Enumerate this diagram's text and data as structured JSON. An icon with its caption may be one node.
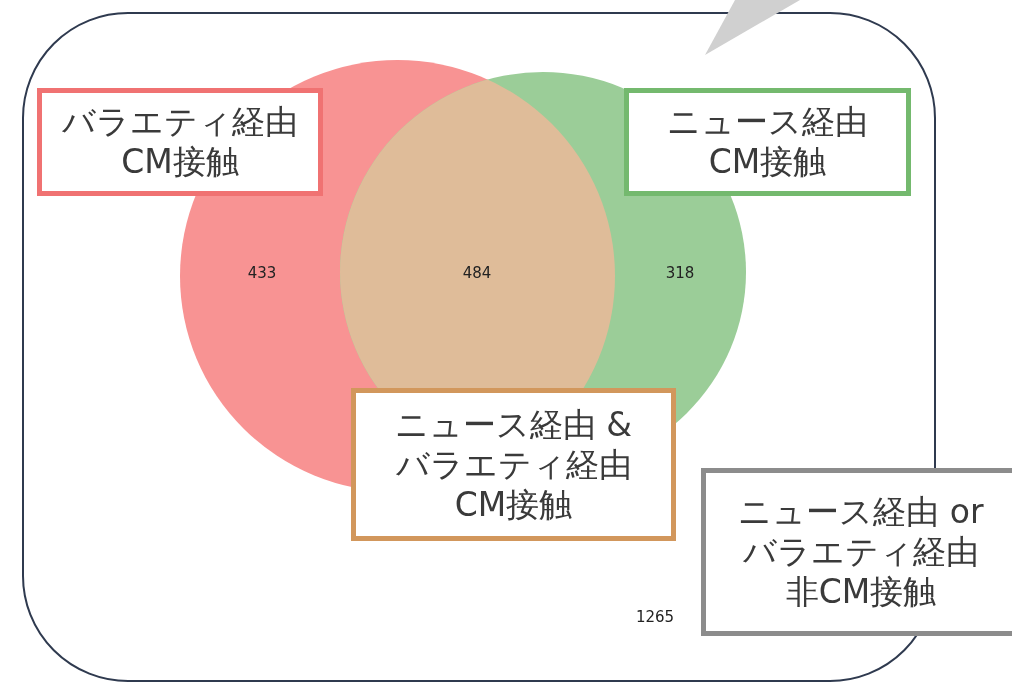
{
  "diagram": {
    "nodes": [
      {
        "text": [
          "1265"
        ]
      },
      {
        "text": [
          "433"
        ],
        "in": 0
      },
      {
        "text": [
          "318"
        ],
        "in": 0
      },
      {
        "text": [
          "バラエティ経由CM接触"
        ],
        "in": 0
      },
      {
        "text": [
          "ニュース経由CM接触"
        ],
        "in": 0
      },
      {
        "text": [
          "ニュース経由 &バラエティ経由CM接触"
        ],
        "in": 0
      },
      {
        "text": [
          "ニュース経由 orバラエティ経由非CM接触"
        ]
      }
    ],
    "labels": [
      "484"
    ]
  }
}
